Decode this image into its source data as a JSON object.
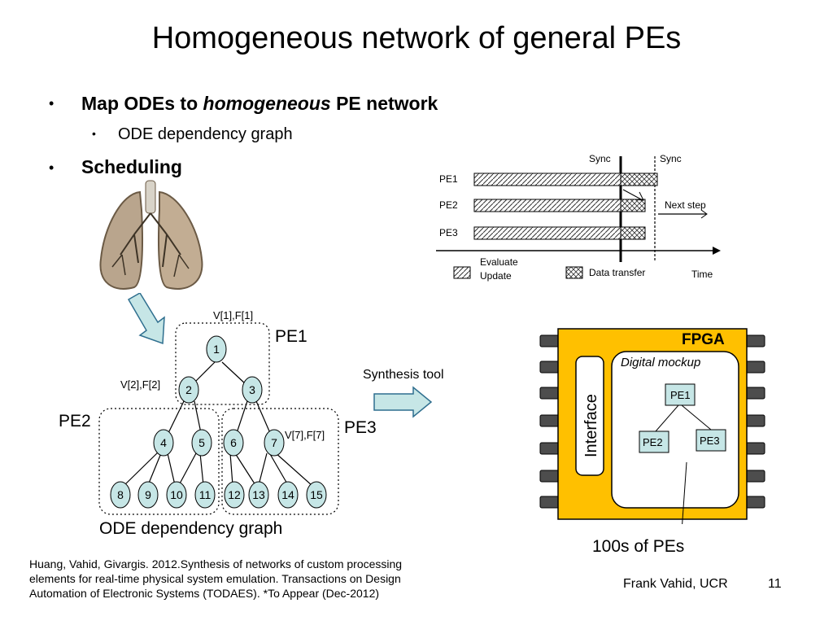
{
  "slide": {
    "title": "Homogeneous network of general PEs",
    "bullets": {
      "b1_prefix": "Map ODEs to ",
      "b1_italic": "homogeneous",
      "b1_suffix": " PE network",
      "sub1": "ODE dependency graph",
      "b2": "Scheduling"
    },
    "timeline": {
      "sync1": "Sync",
      "sync2": "Sync",
      "rows": [
        "PE1",
        "PE2",
        "PE3"
      ],
      "next_step": "Next step",
      "time": "Time",
      "legend_evaluate": "Evaluate",
      "legend_update": "Update",
      "legend_transfer": "Data transfer"
    },
    "graph": {
      "nodes": [
        "1",
        "2",
        "3",
        "4",
        "5",
        "6",
        "7",
        "8",
        "9",
        "10",
        "11",
        "12",
        "13",
        "14",
        "15"
      ],
      "label_v1": "V[1],F[1]",
      "label_v2": "V[2],F[2]",
      "label_v7": "V[7],F[7]",
      "pe1": "PE1",
      "pe2": "PE2",
      "pe3": "PE3",
      "caption": "ODE dependency graph"
    },
    "synthesis_tool": "Synthesis tool",
    "fpga": {
      "label": "FPGA",
      "mockup": "Digital mockup",
      "interface": "Interface",
      "pe1": "PE1",
      "pe2": "PE2",
      "pe3": "PE3",
      "caption": "100s of PEs"
    },
    "citation": [
      "Huang, Vahid, Givargis. 2012.Synthesis of networks of custom processing",
      "elements for real-time physical system emulation. Transactions on Design",
      "Automation of Electronic Systems (TODAES). *To Appear (Dec-2012)"
    ],
    "footer": {
      "author": "Frank Vahid, UCR",
      "page": "11"
    },
    "colors": {
      "node_fill": "#c6e6e6",
      "fpga_yellow": "#ffc000",
      "arrow_fill": "#c6e6e6"
    }
  }
}
